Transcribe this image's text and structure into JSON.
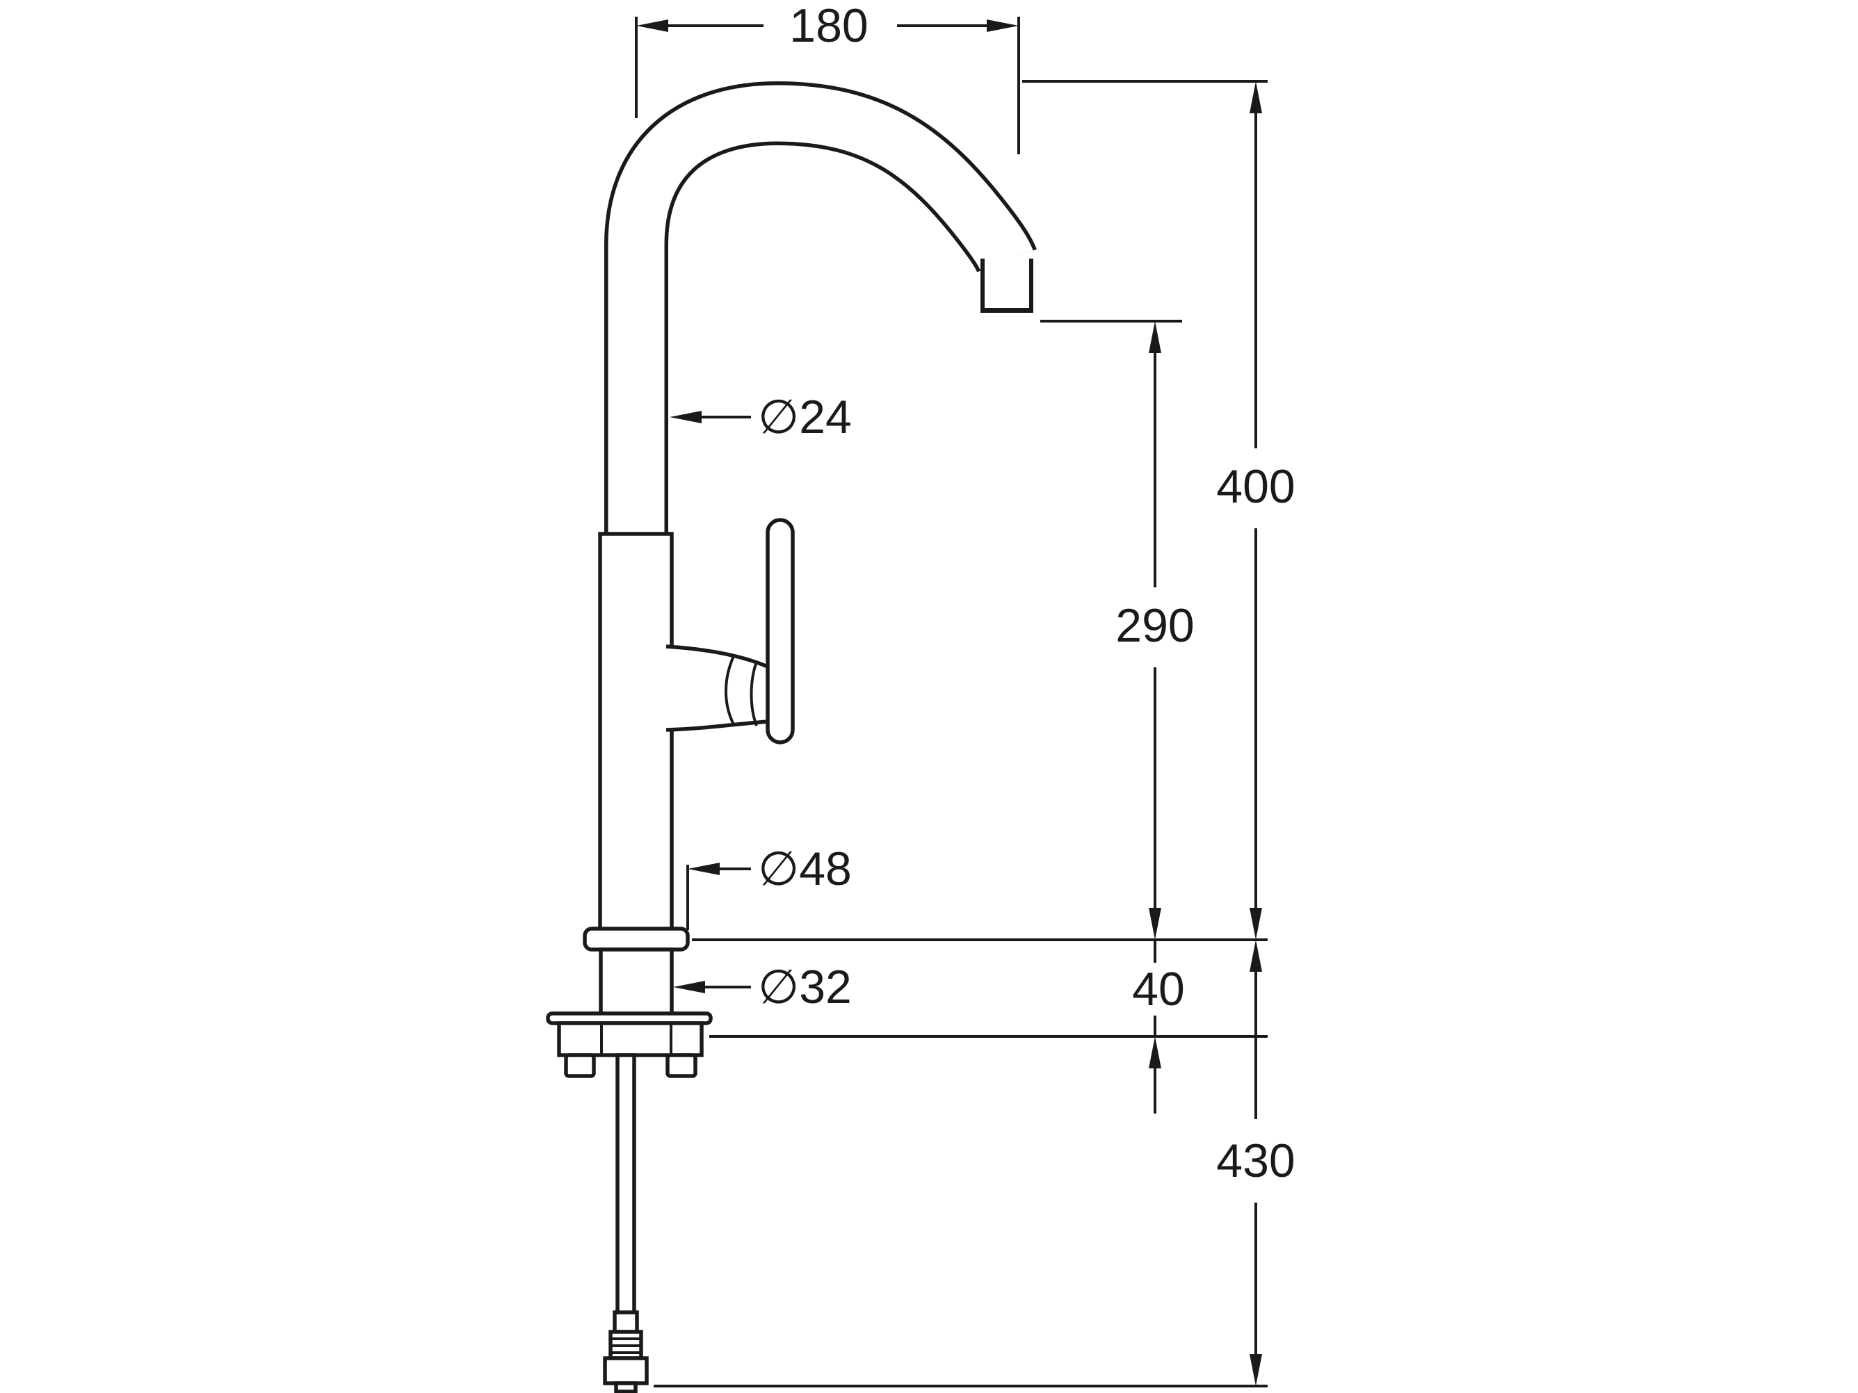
{
  "style": {
    "background": "#ffffff",
    "line_color": "#1a1a1a"
  },
  "dimensions": {
    "spout_reach": "180",
    "overall_height": "400",
    "spout_outlet_height": "290",
    "deck_clamp_range": "40",
    "below_deck_length": "430"
  },
  "diameters": {
    "spout_tube": "∅24",
    "base_flange": "∅48",
    "mounting_shank": "∅32"
  }
}
